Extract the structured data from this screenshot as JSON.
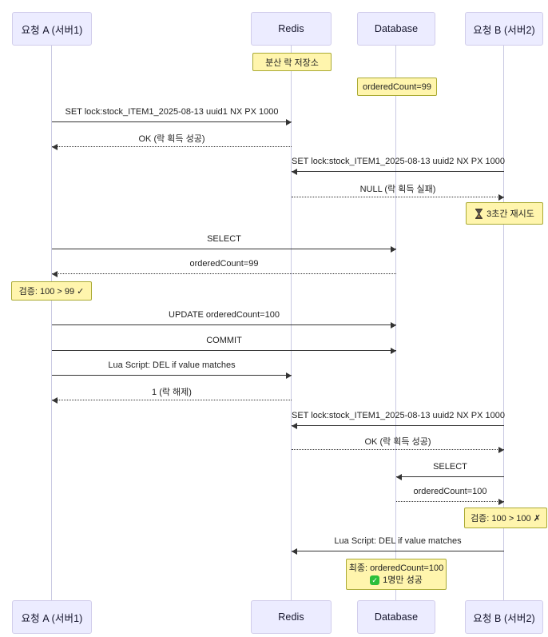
{
  "diagram_type": "sequence-diagram",
  "colors": {
    "actor_fill": "#ececff",
    "actor_border": "#d1cdeb",
    "lifeline": "#c9c9e2",
    "note_fill": "#fff5ad",
    "note_border": "#aaaa33",
    "message_line": "#333333",
    "check_green": "#2bbf3a"
  },
  "participants": [
    {
      "id": "A",
      "label": "요청 A (서버1)"
    },
    {
      "id": "Redis",
      "label": "Redis"
    },
    {
      "id": "Database",
      "label": "Database"
    },
    {
      "id": "B",
      "label": "요청 B (서버2)"
    }
  ],
  "messages": [
    {
      "from": "요청 A (서버1)",
      "to": "Redis",
      "style": "solid",
      "label": "SET lock:stock_ITEM1_2025-08-13 uuid1 NX PX 1000"
    },
    {
      "from": "Redis",
      "to": "요청 A (서버1)",
      "style": "dotted",
      "label": "OK (락 획득 성공)"
    },
    {
      "from": "요청 B (서버2)",
      "to": "Redis",
      "style": "solid",
      "label": "SET lock:stock_ITEM1_2025-08-13 uuid2 NX PX 1000"
    },
    {
      "from": "Redis",
      "to": "요청 B (서버2)",
      "style": "dotted",
      "label": "NULL (락 획득 실패)"
    },
    {
      "from": "요청 A (서버1)",
      "to": "Database",
      "style": "solid",
      "label": "SELECT"
    },
    {
      "from": "Database",
      "to": "요청 A (서버1)",
      "style": "dotted",
      "label": "orderedCount=99"
    },
    {
      "from": "요청 A (서버1)",
      "to": "Database",
      "style": "solid",
      "label": "UPDATE orderedCount=100"
    },
    {
      "from": "요청 A (서버1)",
      "to": "Database",
      "style": "solid",
      "label": "COMMIT"
    },
    {
      "from": "요청 A (서버1)",
      "to": "Redis",
      "style": "solid",
      "label": "Lua Script: DEL if value matches"
    },
    {
      "from": "Redis",
      "to": "요청 A (서버1)",
      "style": "dotted",
      "label": "1 (락 해제)"
    },
    {
      "from": "요청 B (서버2)",
      "to": "Redis",
      "style": "solid",
      "label": "SET lock:stock_ITEM1_2025-08-13 uuid2 NX PX 1000"
    },
    {
      "from": "Redis",
      "to": "요청 B (서버2)",
      "style": "dotted",
      "label": "OK (락 획득 성공)"
    },
    {
      "from": "요청 B (서버2)",
      "to": "Database",
      "style": "solid",
      "label": "SELECT"
    },
    {
      "from": "Database",
      "to": "요청 B (서버2)",
      "style": "dotted",
      "label": "orderedCount=100"
    },
    {
      "from": "요청 B (서버2)",
      "to": "Redis",
      "style": "solid",
      "label": "Lua Script: DEL if value matches"
    }
  ],
  "notes": [
    {
      "over": "Redis",
      "text": "분산 락 저장소"
    },
    {
      "over": "Database",
      "text": "orderedCount=99"
    },
    {
      "over": "요청 B (서버2)",
      "icon": "hourglass-icon",
      "text": "3초간 재시도"
    },
    {
      "over": "요청 A (서버1)",
      "text": "검증: 100 > 99 ✓"
    },
    {
      "over": "요청 B (서버2)",
      "text": "검증: 100 > 100 ✗"
    },
    {
      "over": "Database",
      "line1": "최종: orderedCount=100",
      "icon": "check-icon",
      "line2": "1명만 성공"
    }
  ]
}
